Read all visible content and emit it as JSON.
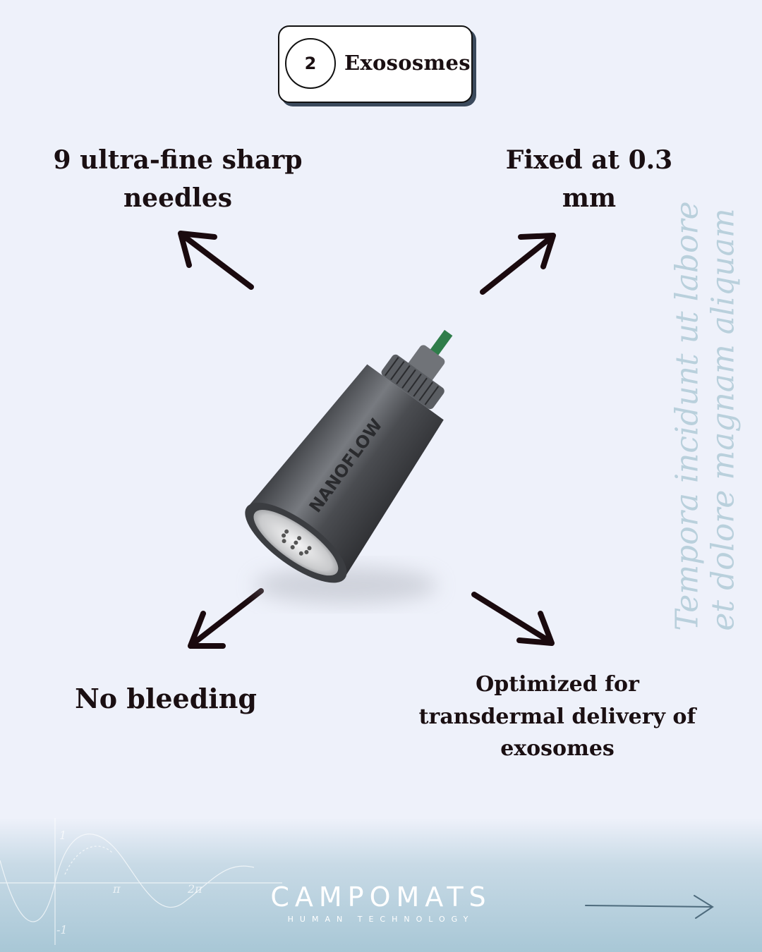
{
  "badge": {
    "number": "2",
    "title": "Exososmes"
  },
  "features": {
    "top_left": "9 ultra-fine sharp needles",
    "top_right": "Fixed at 0.3 mm",
    "bottom_left": "No bleeding",
    "bottom_right": "Optimized for transdermal delivery of exosomes"
  },
  "device": {
    "label": "NANOFLOW"
  },
  "decorative_script": {
    "line1": "Tempora incidunt ut labore",
    "line2": "et dolore magnam aliquam"
  },
  "footer": {
    "brand": "CAMPOMATS",
    "tagline": "HUMAN TECHNOLOGY",
    "graph_labels": [
      "1",
      "π",
      "2π",
      "-1"
    ]
  },
  "colors": {
    "background": "#eef1fa",
    "text": "#1a0f12",
    "footer_blue": "#a8c7d6",
    "badge_shadow": "#3b4a5c"
  }
}
